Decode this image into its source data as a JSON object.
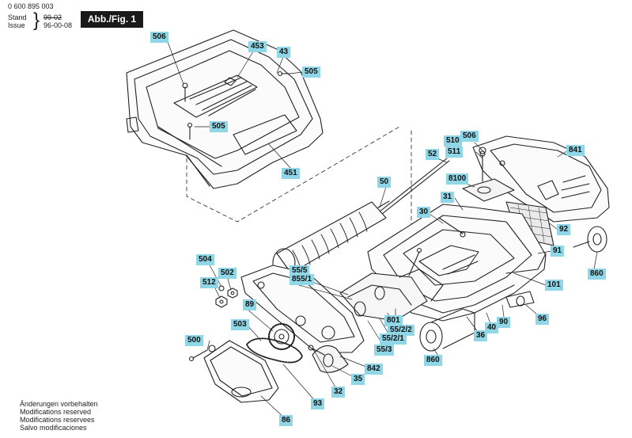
{
  "header": {
    "doc_number": "0 600 895 003",
    "stand_label": "Stand",
    "issue_label": "Issue",
    "brace": "}",
    "old_date": "99-02",
    "date": "96-00-08",
    "figure_title": "Abb./Fig. 1"
  },
  "footer": {
    "lines": [
      "Änderungen vorbehalten",
      "Modifications reserved",
      "Modifications reservees",
      "Salvo modificaciones"
    ]
  },
  "part_labels": {
    "p506a": "506",
    "p453": "453",
    "p43": "43",
    "p505a": "505",
    "p505b": "505",
    "p451": "451",
    "p510": "510",
    "p506b": "506",
    "p511": "511",
    "p52": "52",
    "p841": "841",
    "p8100": "8100",
    "p50": "50",
    "p31": "31",
    "p30": "30",
    "p92": "92",
    "p91": "91",
    "p860a": "860",
    "p504": "504",
    "p502": "502",
    "p512": "512",
    "p555": "55/5",
    "p8551": "855/1",
    "p101": "101",
    "p89": "89",
    "p503": "503",
    "p801": "801",
    "p5522": "55/2/2",
    "p5521": "55/2/1",
    "p553": "55/3",
    "p36": "36",
    "p40": "40",
    "p90": "90",
    "p96": "96",
    "p500": "500",
    "p860b": "860",
    "p842": "842",
    "p35": "35",
    "p32": "32",
    "p93": "93",
    "p86": "86"
  }
}
